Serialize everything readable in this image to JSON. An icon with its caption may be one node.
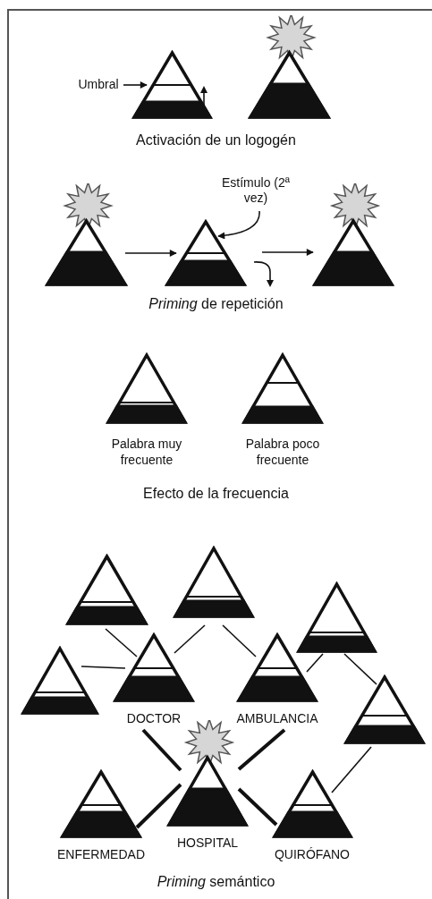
{
  "diagram": {
    "nodes": [
      {
        "text": [
          "Umbral"
        ]
      },
      {
        "text": [],
        "shape": "triangle"
      },
      {
        "text": [],
        "shape": "triangle"
      },
      {
        "text": [],
        "shape": "triangle"
      },
      {
        "text": [
          "Estímulo (2ª vez)"
        ]
      },
      {
        "text": [],
        "shape": "triangle"
      },
      {
        "text": [],
        "shape": "triangle"
      },
      {
        "text": [
          "Palabra muy frecuente"
        ]
      },
      {
        "text": [
          "Palabra poco frecuente"
        ]
      },
      {
        "text": [],
        "shape": "triangle"
      },
      {
        "text": [],
        "shape": "triangle"
      },
      {
        "text": [],
        "shape": "triangle"
      },
      {
        "text": [
          "DOCTOR"
        ]
      },
      {
        "text": [
          "AMBULANCIA"
        ]
      },
      {
        "text": [],
        "shape": "triangle"
      },
      {
        "text": [],
        "shape": "triangle"
      },
      {
        "text": [
          "HOSPITAL"
        ]
      },
      {
        "text": [
          "ENFERMEDAD"
        ]
      },
      {
        "text": [
          "QUIRÓFANO"
        ]
      }
    ],
    "edges": [
      {
        "from": 0,
        "to": 1,
        "arrow": "to"
      },
      {
        "from": 3,
        "to": 5,
        "arrow": "to"
      },
      {
        "from": 5,
        "to": 6,
        "arrow": "to"
      },
      {
        "from": 4,
        "to": 5,
        "arrow": "to"
      },
      {
        "from": 10,
        "to": 12,
        "arrow": "none"
      },
      {
        "from": 9,
        "to": 12,
        "arrow": "none"
      },
      {
        "from": 9,
        "to": 13,
        "arrow": "none"
      },
      {
        "from": 14,
        "to": 12,
        "arrow": "none"
      },
      {
        "from": 11,
        "to": 13,
        "arrow": "none"
      },
      {
        "from": 11,
        "to": 15,
        "arrow": "none"
      },
      {
        "from": 15,
        "to": 18,
        "arrow": "none"
      },
      {
        "from": 12,
        "to": 16,
        "arrow": "none",
        "style": "thick"
      },
      {
        "from": 13,
        "to": 16,
        "arrow": "none",
        "style": "thick"
      },
      {
        "from": 16,
        "to": 17,
        "arrow": "none",
        "style": "thick"
      },
      {
        "from": 16,
        "to": 18,
        "arrow": "none",
        "style": "thick"
      }
    ],
    "labels": [
      "Activación de un logogén",
      "*Priming* de repetición",
      "Efecto de la frecuencia",
      "*Priming* semántico"
    ]
  }
}
